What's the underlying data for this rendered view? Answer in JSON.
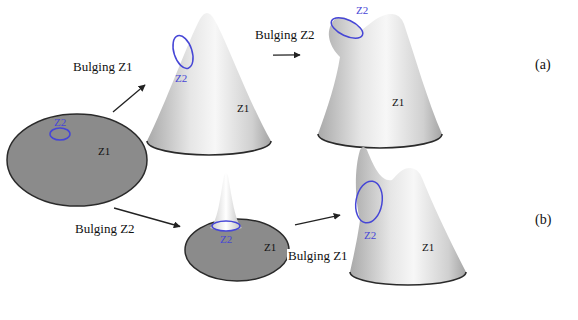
{
  "diagram": {
    "nodes": [
      {
        "text": [
          "Z2",
          "Z1"
        ]
      },
      {
        "text": [
          "Z2",
          "Z1"
        ]
      },
      {
        "text": [
          "Z2",
          "Z1"
        ]
      },
      {
        "text": [
          "Z2",
          "Z1"
        ]
      },
      {
        "text": [
          "Z2",
          "Z1"
        ]
      }
    ],
    "edges": [
      {
        "from": 0,
        "to": 1,
        "arrow": "to",
        "label": "Bulging Z1"
      },
      {
        "from": 1,
        "to": 2,
        "arrow": "to",
        "label": "Bulging Z2"
      },
      {
        "from": 0,
        "to": 3,
        "arrow": "to",
        "label": "Bulging Z2"
      },
      {
        "from": 3,
        "to": 4,
        "arrow": "to",
        "label": "Bulging Z1"
      }
    ],
    "labels": [
      "(a)",
      "(b)"
    ]
  }
}
